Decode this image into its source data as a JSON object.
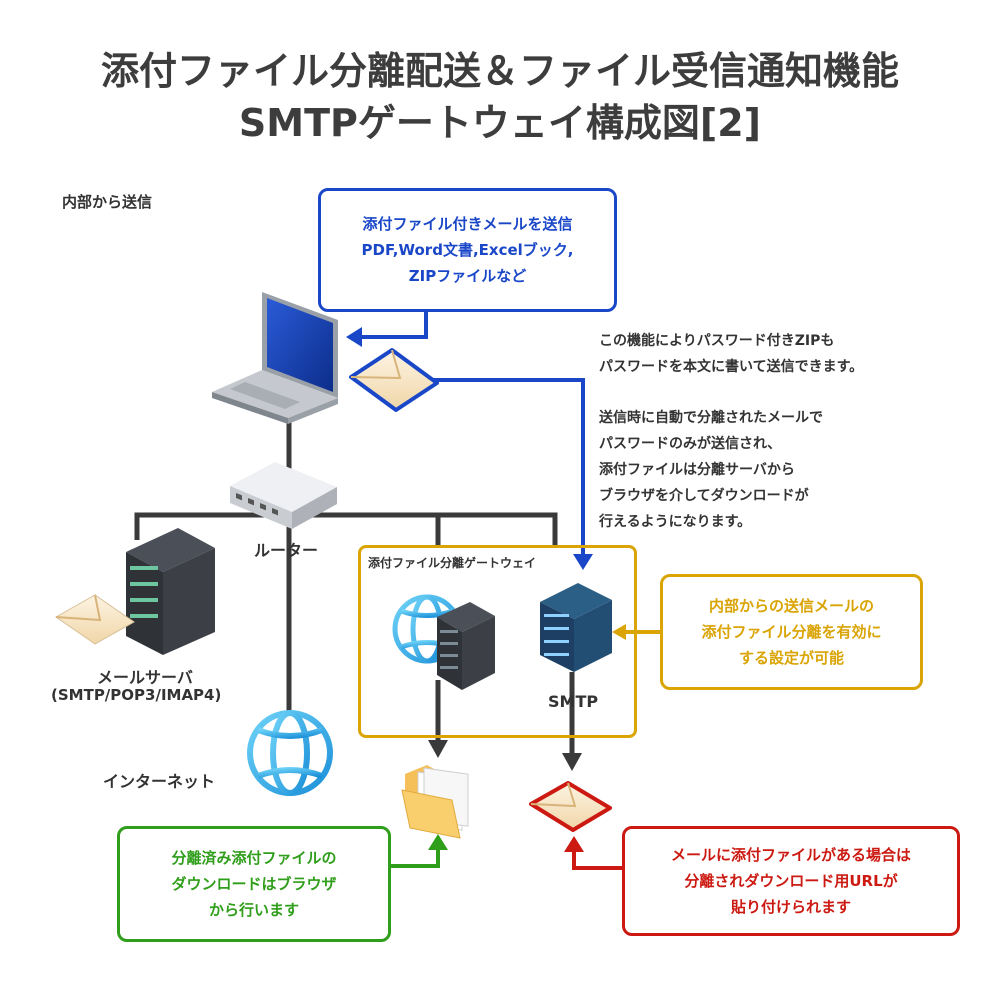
{
  "title": {
    "line1": "添付ファイル分離配送＆ファイル受信通知機能",
    "line2": "SMTPゲートウェイ構成図[2]"
  },
  "section_label": "内部から送信",
  "send_box": {
    "lines": [
      "添付ファイル付きメールを送信",
      "PDF,Word文書,Excelブック,",
      "ZIPファイルなど"
    ]
  },
  "description": {
    "para1": [
      "この機能によりパスワード付きZIPも",
      "パスワードを本文に書いて送信できます。"
    ],
    "para2": [
      "送信時に自動で分離されたメールで",
      "パスワードのみが送信され、",
      "添付ファイルは分離サーバから",
      "ブラウザを介してダウンロードが",
      "行えるようになります。"
    ]
  },
  "nodes": {
    "router": "ルーター",
    "mail_server": [
      "メールサーバ",
      "(SMTP/POP3/IMAP4)"
    ],
    "internet": "インターネット",
    "gateway": "添付ファイル分離ゲートウェイ",
    "smtp": "SMTP"
  },
  "setting_box": {
    "lines": [
      "内部からの送信メールの",
      "添付ファイル分離を有効に",
      "する設定が可能"
    ]
  },
  "download_box": {
    "lines": [
      "分離済み添付ファイルの",
      "ダウンロードはブラウザ",
      "から行います"
    ]
  },
  "url_box": {
    "lines": [
      "メールに添付ファイルがある場合は",
      "分離されダウンロード用URLが",
      "貼り付けられます"
    ]
  },
  "icons": [
    "laptop-icon",
    "envelope-icon",
    "router-icon",
    "server-rack-icon",
    "globe-icon",
    "folder-icon"
  ],
  "colors": {
    "blue": "#1a47c8",
    "yellow": "#d9a404",
    "green": "#2f9e1a",
    "red": "#cc1a12",
    "line": "#3a3a3a"
  }
}
